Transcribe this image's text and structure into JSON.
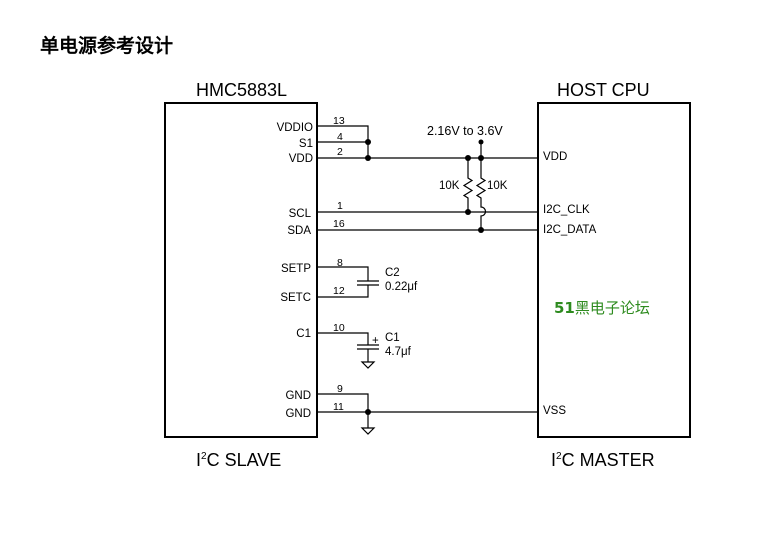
{
  "title": "单电源参考设计",
  "slave": {
    "part": "HMC5883L",
    "caption_pre": "I",
    "caption_sup": "2",
    "caption_post": "C SLAVE",
    "pins": {
      "vddio": "VDDIO",
      "s1": "S1",
      "vdd": "VDD",
      "scl": "SCL",
      "sda": "SDA",
      "setp": "SETP",
      "setc": "SETC",
      "c1": "C1",
      "gnd1": "GND",
      "gnd2": "GND"
    },
    "pin_numbers": {
      "vddio": "13",
      "s1": "4",
      "vdd": "2",
      "scl": "1",
      "sda": "16",
      "setp": "8",
      "setc": "12",
      "c1": "10",
      "gnd1": "9",
      "gnd2": "11"
    }
  },
  "master": {
    "part": "HOST CPU",
    "caption_pre": "I",
    "caption_sup": "2",
    "caption_post": "C MASTER",
    "pins": {
      "vdd": "VDD",
      "clk": "I2C_CLK",
      "data": "I2C_DATA",
      "vss": "VSS"
    }
  },
  "supply": "2.16V to 3.6V",
  "resistors": {
    "r1": "10K",
    "r2": "10K"
  },
  "capacitors": {
    "c2_name": "C2",
    "c2_value": "0.22μf",
    "c1_name": "C1",
    "c1_value": "4.7μf",
    "c1_polarity": "+"
  },
  "watermark": {
    "number": "51",
    "text": "黑电子论坛"
  },
  "colors": {
    "line": "#000000",
    "watermark": "#2e8b1f"
  }
}
